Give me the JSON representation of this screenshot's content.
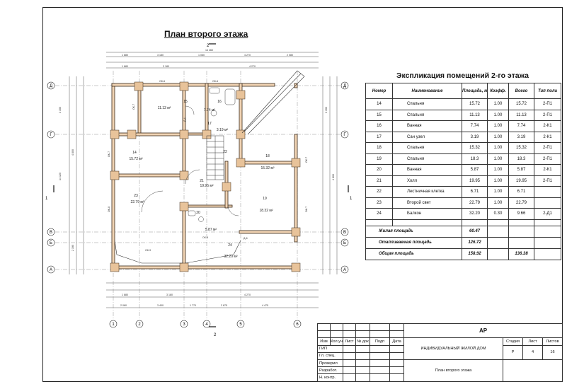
{
  "plan": {
    "title": "План второго этажа",
    "axes_letters": [
      "Д",
      "Г",
      "В",
      "Б",
      "А"
    ],
    "axes_numbers": [
      "1",
      "2",
      "3",
      "4",
      "5",
      "6"
    ],
    "section_marks": [
      "1",
      "2"
    ],
    "room_numbers": [
      "14",
      "15",
      "16",
      "17",
      "18",
      "19",
      "20",
      "21",
      "22",
      "23",
      "24"
    ],
    "room_areas": [
      "15.72 м²",
      "11.13 м²",
      "7.74 м²",
      "3.19 м²",
      "15.32 м²",
      "18.32 м²",
      "5.87 м²",
      "19.95 м²",
      "22.79 м²",
      "32.20 м²"
    ],
    "window_tags": [
      "ОК-6",
      "ОК-7",
      "ОК-8",
      "ОК-9",
      "Д-4",
      "Д-6"
    ],
    "top_dims": [
      "1 880",
      "3 180",
      "1 060",
      "4 270",
      "2 080",
      "14 460"
    ],
    "bottom_dims": [
      "2 060",
      "3 400",
      "1 770",
      "2 675",
      "4 475"
    ],
    "side_dims": [
      "2 190",
      "3 150",
      "4 800",
      "14 120"
    ]
  },
  "explication": {
    "title": "Экспликация помещений 2-го этажа",
    "headers": [
      "Номер",
      "Наименование",
      "Площадь, м²",
      "Коэфф.",
      "Всего",
      "Тип пола"
    ],
    "rows": [
      [
        "14",
        "Спальня",
        "15.72",
        "1.00",
        "15.72",
        "2-П1"
      ],
      [
        "15",
        "Спальня",
        "11.13",
        "1.00",
        "11.13",
        "2-П1"
      ],
      [
        "16",
        "Ванная",
        "7.74",
        "1.00",
        "7.74",
        "2-К1"
      ],
      [
        "17",
        "Сан узел",
        "3.19",
        "1.00",
        "3.19",
        "2-К1"
      ],
      [
        "18",
        "Спальня",
        "15.32",
        "1.00",
        "15.32",
        "2-П1"
      ],
      [
        "19",
        "Спальня",
        "18.3",
        "1.00",
        "18.3",
        "2-П1"
      ],
      [
        "20",
        "Ванная",
        "5.87",
        "1.00",
        "5.87",
        "2-К1"
      ],
      [
        "21",
        "Холл",
        "19.95",
        "1.00",
        "19.95",
        "2-П1"
      ],
      [
        "22",
        "Лестничная клетка",
        "6.71",
        "1.00",
        "6.71",
        ""
      ],
      [
        "23",
        "Второй свет",
        "22.79",
        "1.00",
        "22.79",
        ""
      ],
      [
        "24",
        "Балкон",
        "32.20",
        "0.30",
        "9.66",
        "2-Д1"
      ]
    ],
    "totals": [
      [
        "Жилая площадь",
        "60.47",
        ""
      ],
      [
        "Отапливаемая площадь",
        "126.72",
        ""
      ],
      [
        "Общая площадь",
        "158.92",
        "136.38"
      ]
    ]
  },
  "stamp": {
    "code": "АР",
    "col_headers": [
      "Изм",
      "Кол.уч",
      "Лист",
      "№ док",
      "Подп",
      "Дата"
    ],
    "roles": [
      "ГИП",
      "Гл. спец.",
      "Проверил",
      "Разработ.",
      "Н. контр."
    ],
    "project": "ИНДИВИДУАЛЬНЫЙ ЖИЛОЙ ДОМ",
    "sheet_title": "План второго этажа",
    "stage_label": "Стадия",
    "sheet_label": "Лист",
    "sheets_label": "Листов",
    "stage": "Р",
    "sheet": "4",
    "sheets": "16"
  }
}
